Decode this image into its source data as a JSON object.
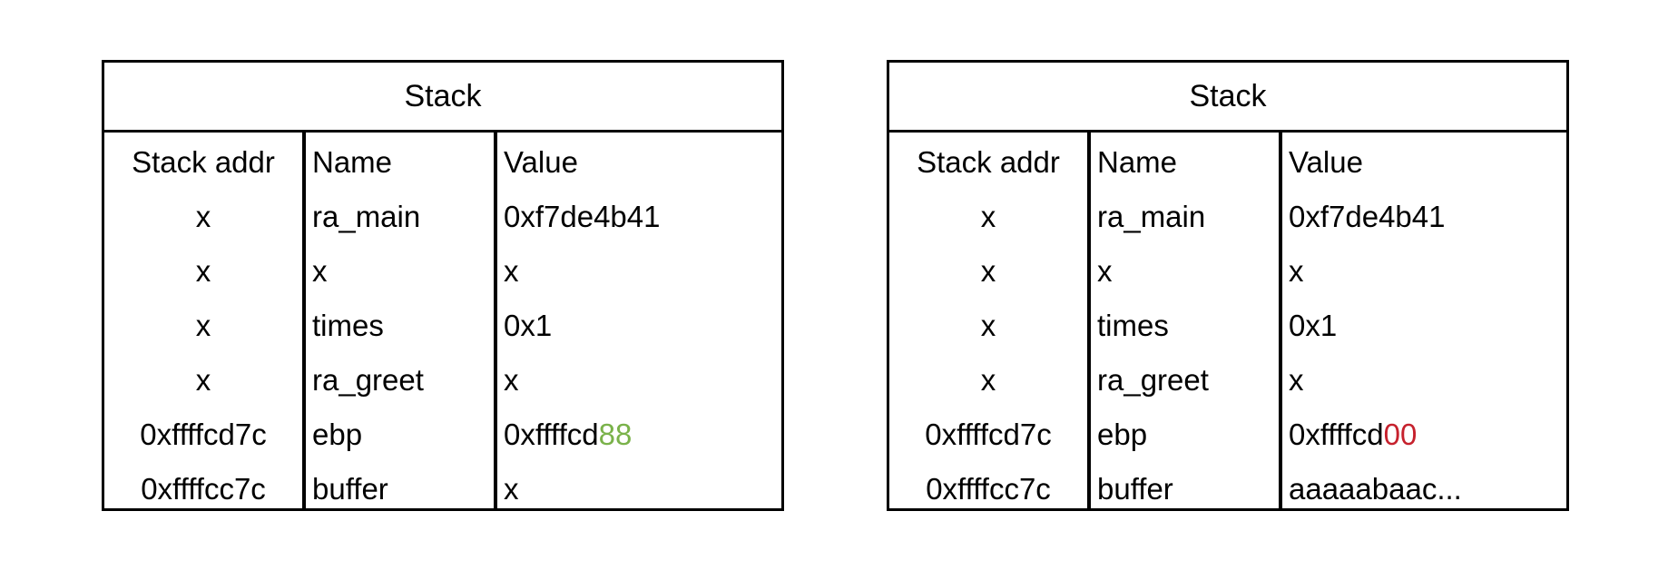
{
  "stacks": [
    {
      "title": "Stack",
      "headers": {
        "addr": "Stack addr",
        "name": "Name",
        "value": "Value"
      },
      "rows": [
        {
          "addr": "x",
          "name": "ra_main",
          "value": "0xf7de4b41",
          "value_hl": ""
        },
        {
          "addr": "x",
          "name": "x",
          "value": "x",
          "value_hl": ""
        },
        {
          "addr": "x",
          "name": "times",
          "value": "0x1",
          "value_hl": ""
        },
        {
          "addr": "x",
          "name": "ra_greet",
          "value": "x",
          "value_hl": ""
        },
        {
          "addr": "0xffffcd7c",
          "name": "ebp",
          "value": "0xffffcd",
          "value_hl": "88"
        },
        {
          "addr": "0xffffcc7c",
          "name": "buffer",
          "value": "x",
          "value_hl": ""
        }
      ],
      "highlight_color": "#7ab24a"
    },
    {
      "title": "Stack",
      "headers": {
        "addr": "Stack addr",
        "name": "Name",
        "value": "Value"
      },
      "rows": [
        {
          "addr": "x",
          "name": "ra_main",
          "value": "0xf7de4b41",
          "value_hl": ""
        },
        {
          "addr": "x",
          "name": "x",
          "value": "x",
          "value_hl": ""
        },
        {
          "addr": "x",
          "name": "times",
          "value": "0x1",
          "value_hl": ""
        },
        {
          "addr": "x",
          "name": "ra_greet",
          "value": "x",
          "value_hl": ""
        },
        {
          "addr": "0xffffcd7c",
          "name": "ebp",
          "value": "0xffffcd",
          "value_hl": "00"
        },
        {
          "addr": "0xffffcc7c",
          "name": "buffer",
          "value": "aaaaabaac...",
          "value_hl": ""
        }
      ],
      "highlight_color": "#c6212d"
    }
  ]
}
